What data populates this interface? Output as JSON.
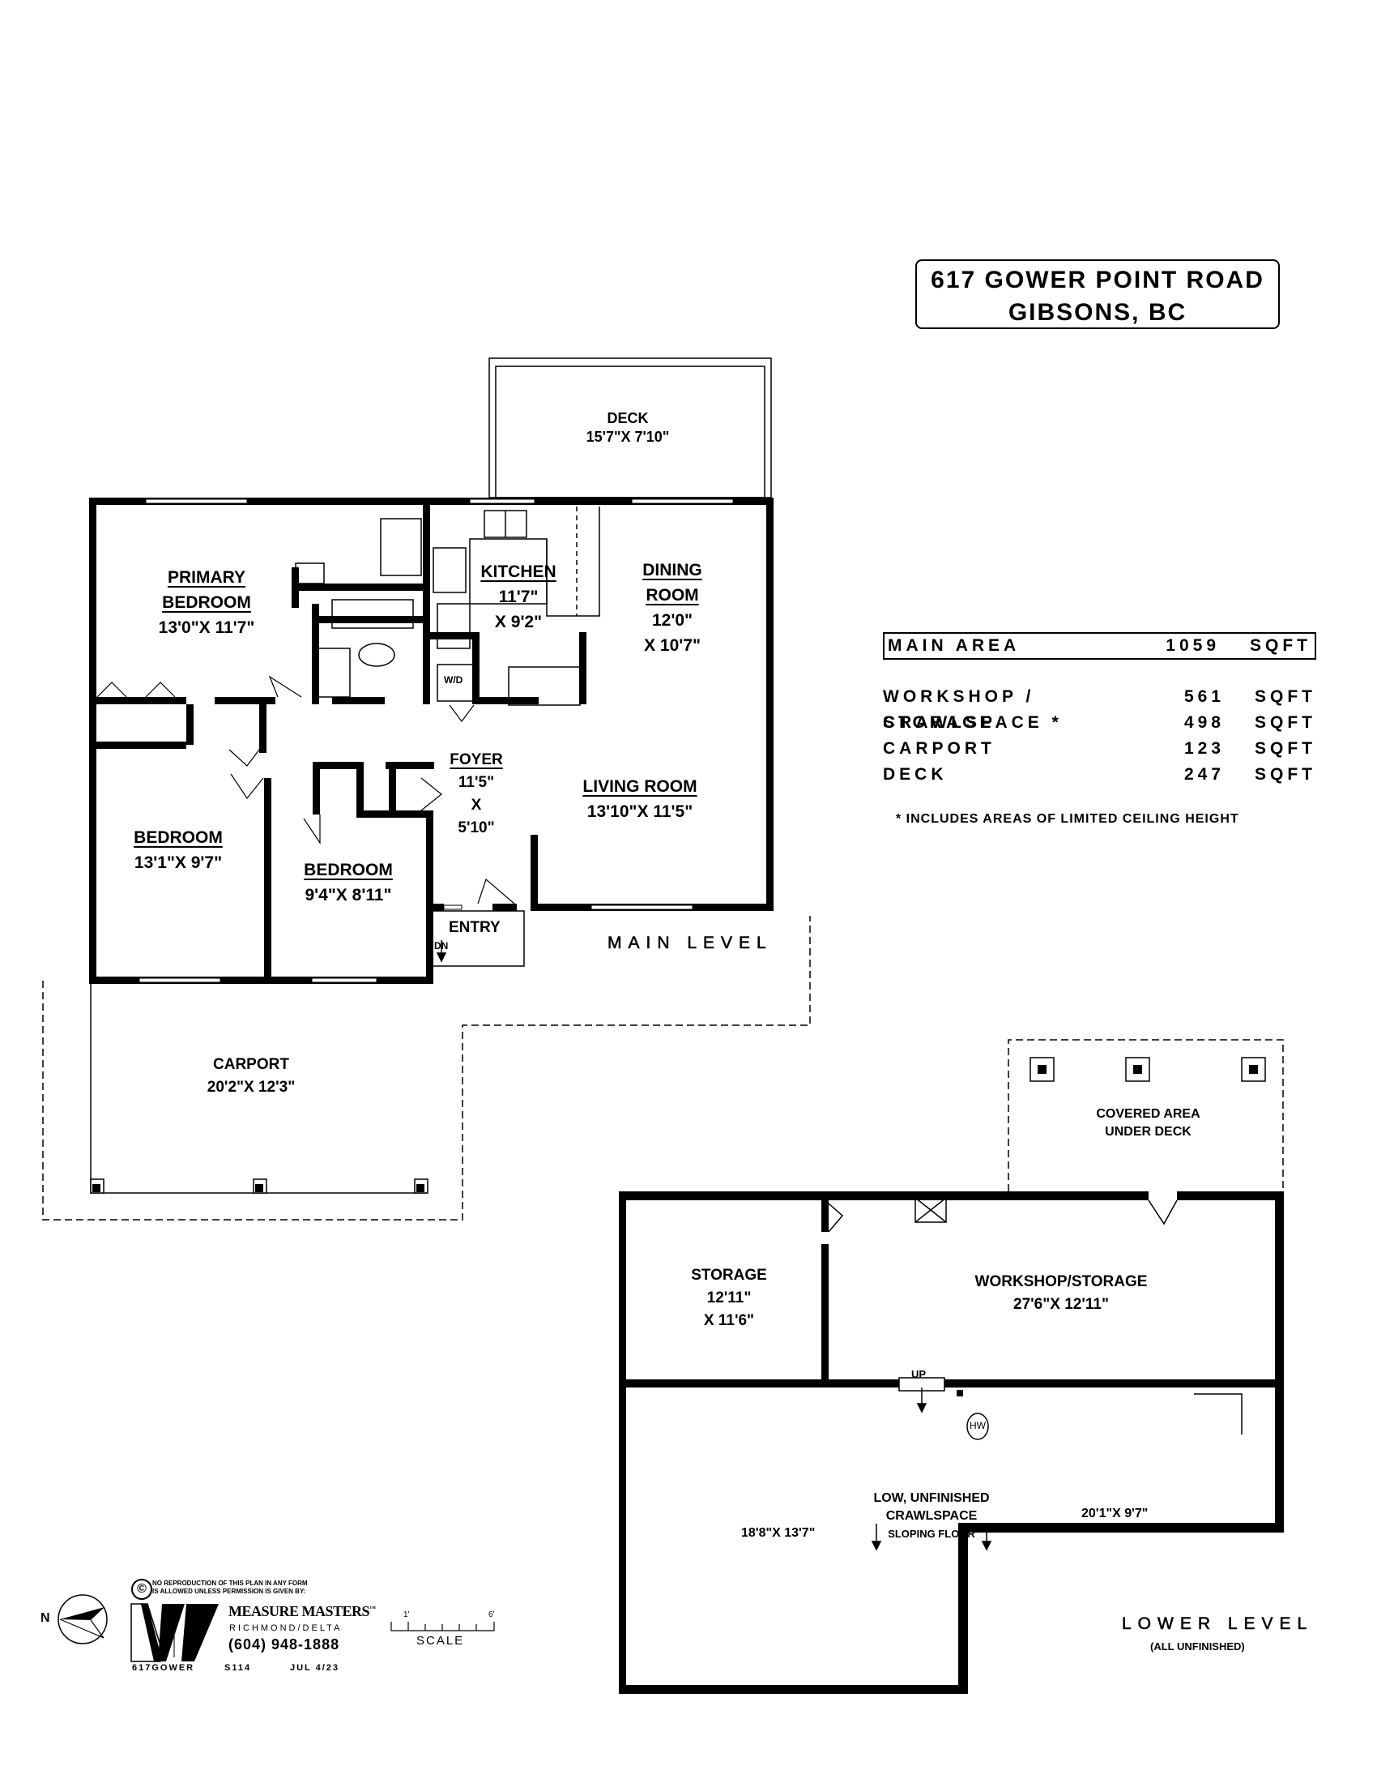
{
  "header": {
    "address_line1": "617 GOWER POINT ROAD",
    "address_line2": "GIBSONS, BC"
  },
  "areas": {
    "main": {
      "label": "MAIN AREA",
      "value": "1059",
      "unit": "SQFT"
    },
    "rows": [
      {
        "label": "WORKSHOP / STORAGE",
        "value": "561",
        "unit": "SQFT"
      },
      {
        "label": "CRAWLSPACE *",
        "value": "498",
        "unit": "SQFT"
      },
      {
        "label": "CARPORT",
        "value": "123",
        "unit": "SQFT"
      },
      {
        "label": "DECK",
        "value": "247",
        "unit": "SQFT"
      }
    ],
    "footnote": "*  INCLUDES AREAS OF LIMITED CEILING HEIGHT"
  },
  "main_level": {
    "label": "MAIN LEVEL",
    "rooms": {
      "deck": {
        "name": "DECK",
        "dims": "15'7\"X  7'10\""
      },
      "primary_bedroom": {
        "name1": "PRIMARY",
        "name2": "BEDROOM",
        "dims": "13'0\"X  11'7\""
      },
      "kitchen": {
        "name": "KITCHEN",
        "dim1": "11'7\"",
        "dim2": "X  9'2\""
      },
      "dining_room": {
        "name1": "DINING",
        "name2": "ROOM",
        "dim1": "12'0\"",
        "dim2": "X  10'7\""
      },
      "foyer": {
        "name": "FOYER",
        "dim1": "11'5\"",
        "dim2": "X",
        "dim3": "5'10\""
      },
      "living_room": {
        "name": "LIVING ROOM",
        "dims": "13'10\"X  11'5\""
      },
      "bedroom_2": {
        "name": "BEDROOM",
        "dims": "13'1\"X  9'7\""
      },
      "bedroom_3": {
        "name": "BEDROOM",
        "dims": "9'4\"X  8'11\""
      },
      "entry": {
        "name": "ENTRY",
        "stairs": "DN"
      },
      "carport": {
        "name": "CARPORT",
        "dims": "20'2\"X  12'3\""
      },
      "laundry": {
        "name": "W/D"
      }
    }
  },
  "lower_level": {
    "label": "LOWER LEVEL",
    "sublabel": "(ALL UNFINISHED)",
    "rooms": {
      "covered_area": {
        "line1": "COVERED AREA",
        "line2": "UNDER DECK"
      },
      "storage": {
        "name": "STORAGE",
        "dim1": "12'11\"",
        "dim2": "X  11'6\""
      },
      "workshop": {
        "name": "WORKSHOP/STORAGE",
        "dims": "27'6\"X  12'11\""
      },
      "crawlspace": {
        "line1": "LOW, UNFINISHED",
        "line2": "CRAWLSPACE",
        "line3": "SLOPING FLOOR",
        "dims_left": "18'8\"X  13'7\"",
        "dims_right": "20'1\"X  9'7\""
      },
      "stairs": "UP",
      "hot_water": "HW"
    }
  },
  "footer": {
    "compass_label": "N",
    "copyright_line1": "NO REPRODUCTION OF THIS PLAN IN ANY FORM",
    "copyright_line2": "IS ALLOWED UNLESS PERMISSION IS GIVEN BY:",
    "company": "MEASURE MASTERS",
    "trademark": "™",
    "location": "RICHMOND/DELTA",
    "phone": "(604) 948-1888",
    "file_code": "617GOWER",
    "job_code": "S114",
    "date": "JUL 4/23",
    "scale_label": "SCALE",
    "scale_start": "1'",
    "scale_end": "6'"
  }
}
